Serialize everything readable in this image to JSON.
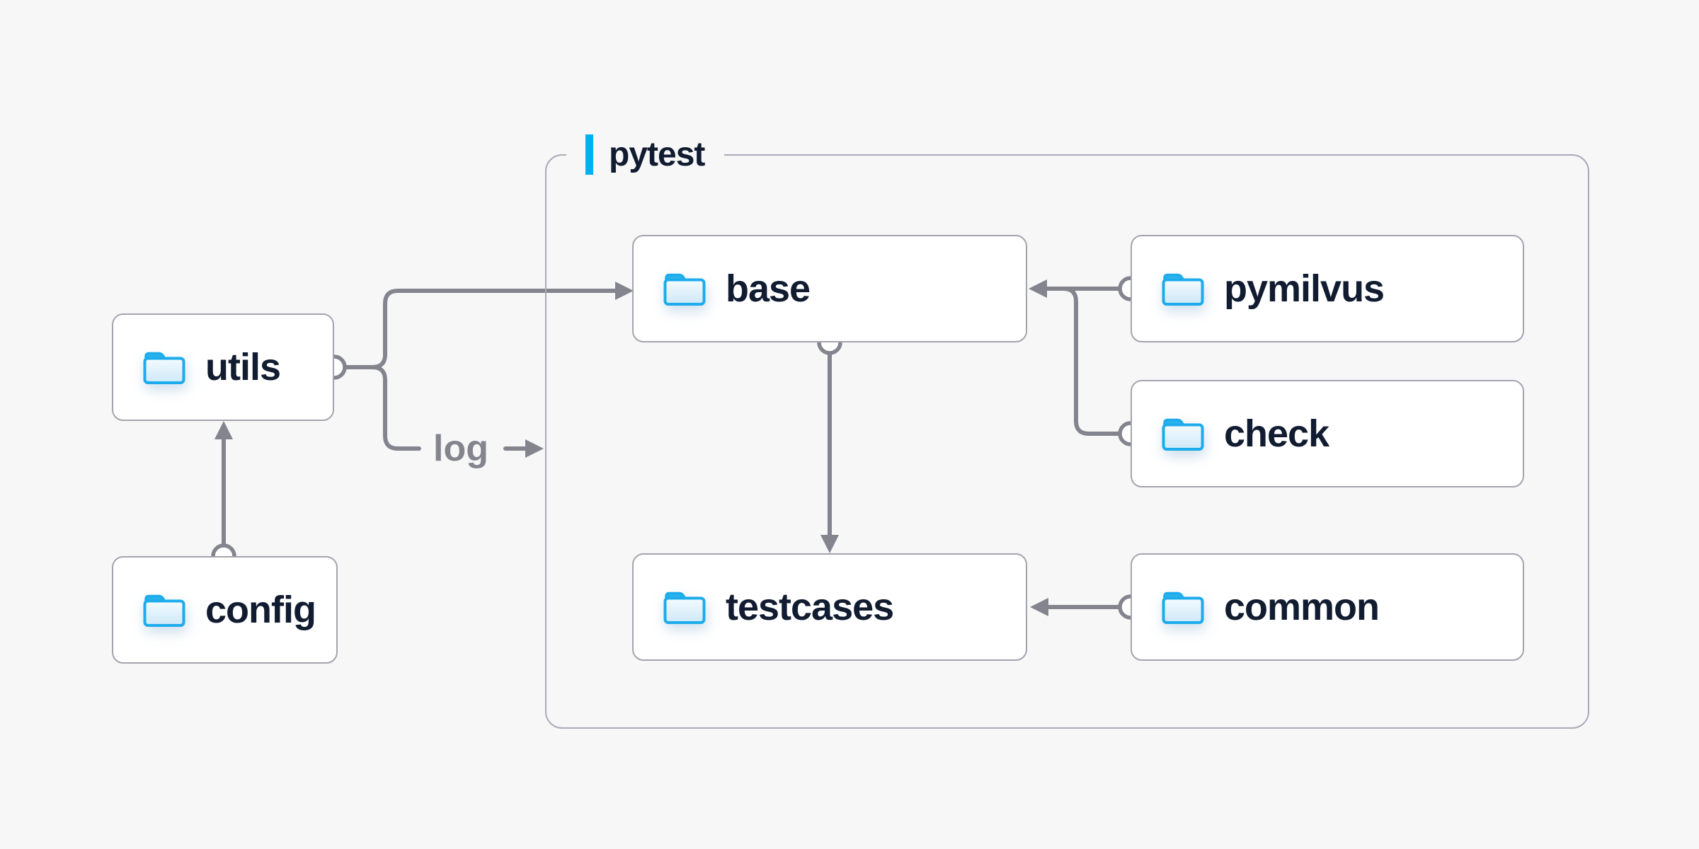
{
  "container": {
    "label": "pytest"
  },
  "nodes": {
    "utils": {
      "label": "utils"
    },
    "config": {
      "label": "config"
    },
    "base": {
      "label": "base"
    },
    "testcases": {
      "label": "testcases"
    },
    "pymilvus": {
      "label": "pymilvus"
    },
    "check": {
      "label": "check"
    },
    "common": {
      "label": "common"
    }
  },
  "edges": {
    "log_label": "log",
    "list": [
      {
        "from": "config",
        "to": "utils"
      },
      {
        "from": "utils",
        "to": "base"
      },
      {
        "from": "utils",
        "to": "log",
        "label": "log"
      },
      {
        "from": "base",
        "to": "testcases"
      },
      {
        "from": "pymilvus",
        "to": "base"
      },
      {
        "from": "check",
        "to": "base"
      },
      {
        "from": "common",
        "to": "testcases"
      }
    ]
  },
  "icons": {
    "node_icon": "folder-icon"
  },
  "colors": {
    "background": "#f7f7f8",
    "box_fill": "#ffffff",
    "box_border": "#a4a4b0",
    "container_border": "#ababb8",
    "connector_gray": "#84848e",
    "text_navy": "#111c31",
    "label_gray": "#84848e",
    "accent_blue": "#00b0f0",
    "folder_blue": "#1daceb"
  }
}
